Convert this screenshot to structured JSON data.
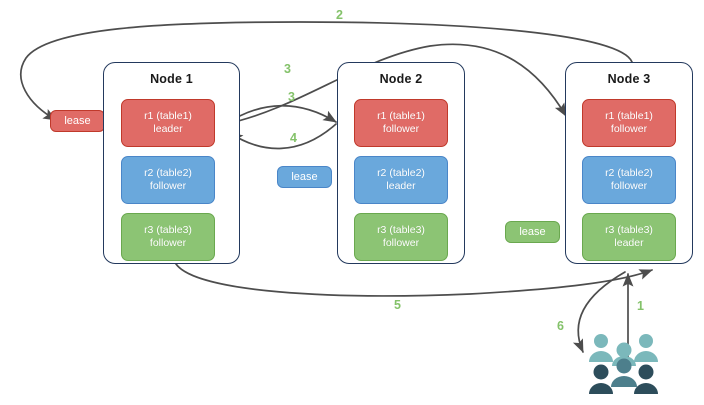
{
  "diagram": {
    "title": "Raft multi-node replica / lease diagram",
    "colors": {
      "red": "#e06b66",
      "red_border": "#c0392b",
      "blue": "#6aa8dc",
      "blue_border": "#4a86c8",
      "green": "#8cc474",
      "green_border": "#6aa84f",
      "node_border": "#23395d",
      "edge": "#4d4d4d",
      "label": "#84c26a",
      "people_light": "#7bb8bb",
      "people_dark": "#2d4d5b",
      "people_mid": "#4d7f8c"
    }
  },
  "nodes": [
    {
      "id": "node1",
      "title": "Node 1",
      "replicas": [
        {
          "name": "r1 (table1)",
          "role": "leader",
          "color": "red"
        },
        {
          "name": "r2 (table2)",
          "role": "follower",
          "color": "blue"
        },
        {
          "name": "r3 (table3)",
          "role": "follower",
          "color": "green"
        }
      ]
    },
    {
      "id": "node2",
      "title": "Node 2",
      "replicas": [
        {
          "name": "r1 (table1)",
          "role": "follower",
          "color": "red"
        },
        {
          "name": "r2 (table2)",
          "role": "leader",
          "color": "blue"
        },
        {
          "name": "r3 (table3)",
          "role": "follower",
          "color": "green"
        }
      ]
    },
    {
      "id": "node3",
      "title": "Node 3",
      "replicas": [
        {
          "name": "r1 (table1)",
          "role": "follower",
          "color": "red"
        },
        {
          "name": "r2 (table2)",
          "role": "follower",
          "color": "blue"
        },
        {
          "name": "r3 (table3)",
          "role": "leader",
          "color": "green"
        }
      ]
    }
  ],
  "leases": [
    {
      "id": "lease-r1",
      "label": "lease",
      "color": "red"
    },
    {
      "id": "lease-r2",
      "label": "lease",
      "color": "blue"
    },
    {
      "id": "lease-r3",
      "label": "lease",
      "color": "green"
    }
  ],
  "edge_labels": [
    {
      "id": "label-1",
      "text": "1"
    },
    {
      "id": "label-2",
      "text": "2"
    },
    {
      "id": "label-3a",
      "text": "3"
    },
    {
      "id": "label-3b",
      "text": "3"
    },
    {
      "id": "label-4",
      "text": "4"
    },
    {
      "id": "label-5",
      "text": "5"
    },
    {
      "id": "label-6",
      "text": "6"
    }
  ],
  "actor": {
    "id": "clients",
    "icon": "people-group-icon"
  }
}
